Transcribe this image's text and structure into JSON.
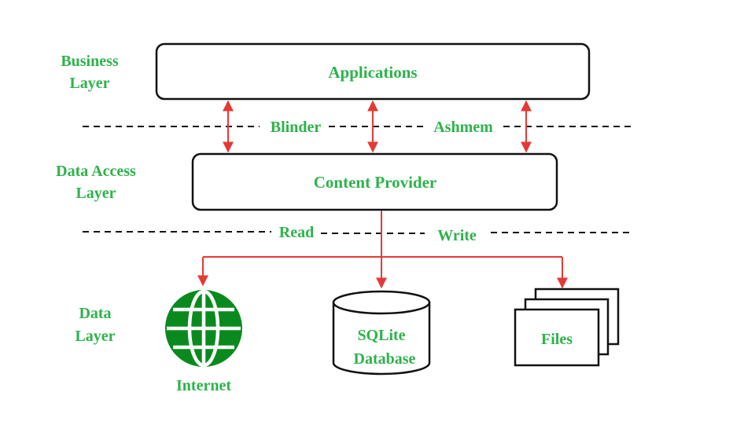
{
  "layers": {
    "business": [
      "Business",
      "Layer"
    ],
    "data_access": [
      "Data Access",
      "Layer"
    ],
    "data": [
      "Data",
      "Layer"
    ]
  },
  "boxes": {
    "applications": "Applications",
    "content_provider": "Content Provider"
  },
  "separator_labels": {
    "blinder": "Blinder",
    "ashmem": "Ashmem",
    "read": "Read",
    "write": "Write"
  },
  "sources": {
    "internet": "Internet",
    "sqlite": [
      "SQLite",
      "Database"
    ],
    "files": "Files"
  },
  "colors": {
    "label_green": "#2db34a",
    "arrow_red": "#e53935",
    "globe_green": "#0a8a1e",
    "outline": "#111111"
  },
  "icons": {
    "internet": "globe-icon",
    "sqlite": "database-cylinder-icon",
    "files": "stacked-files-icon"
  }
}
